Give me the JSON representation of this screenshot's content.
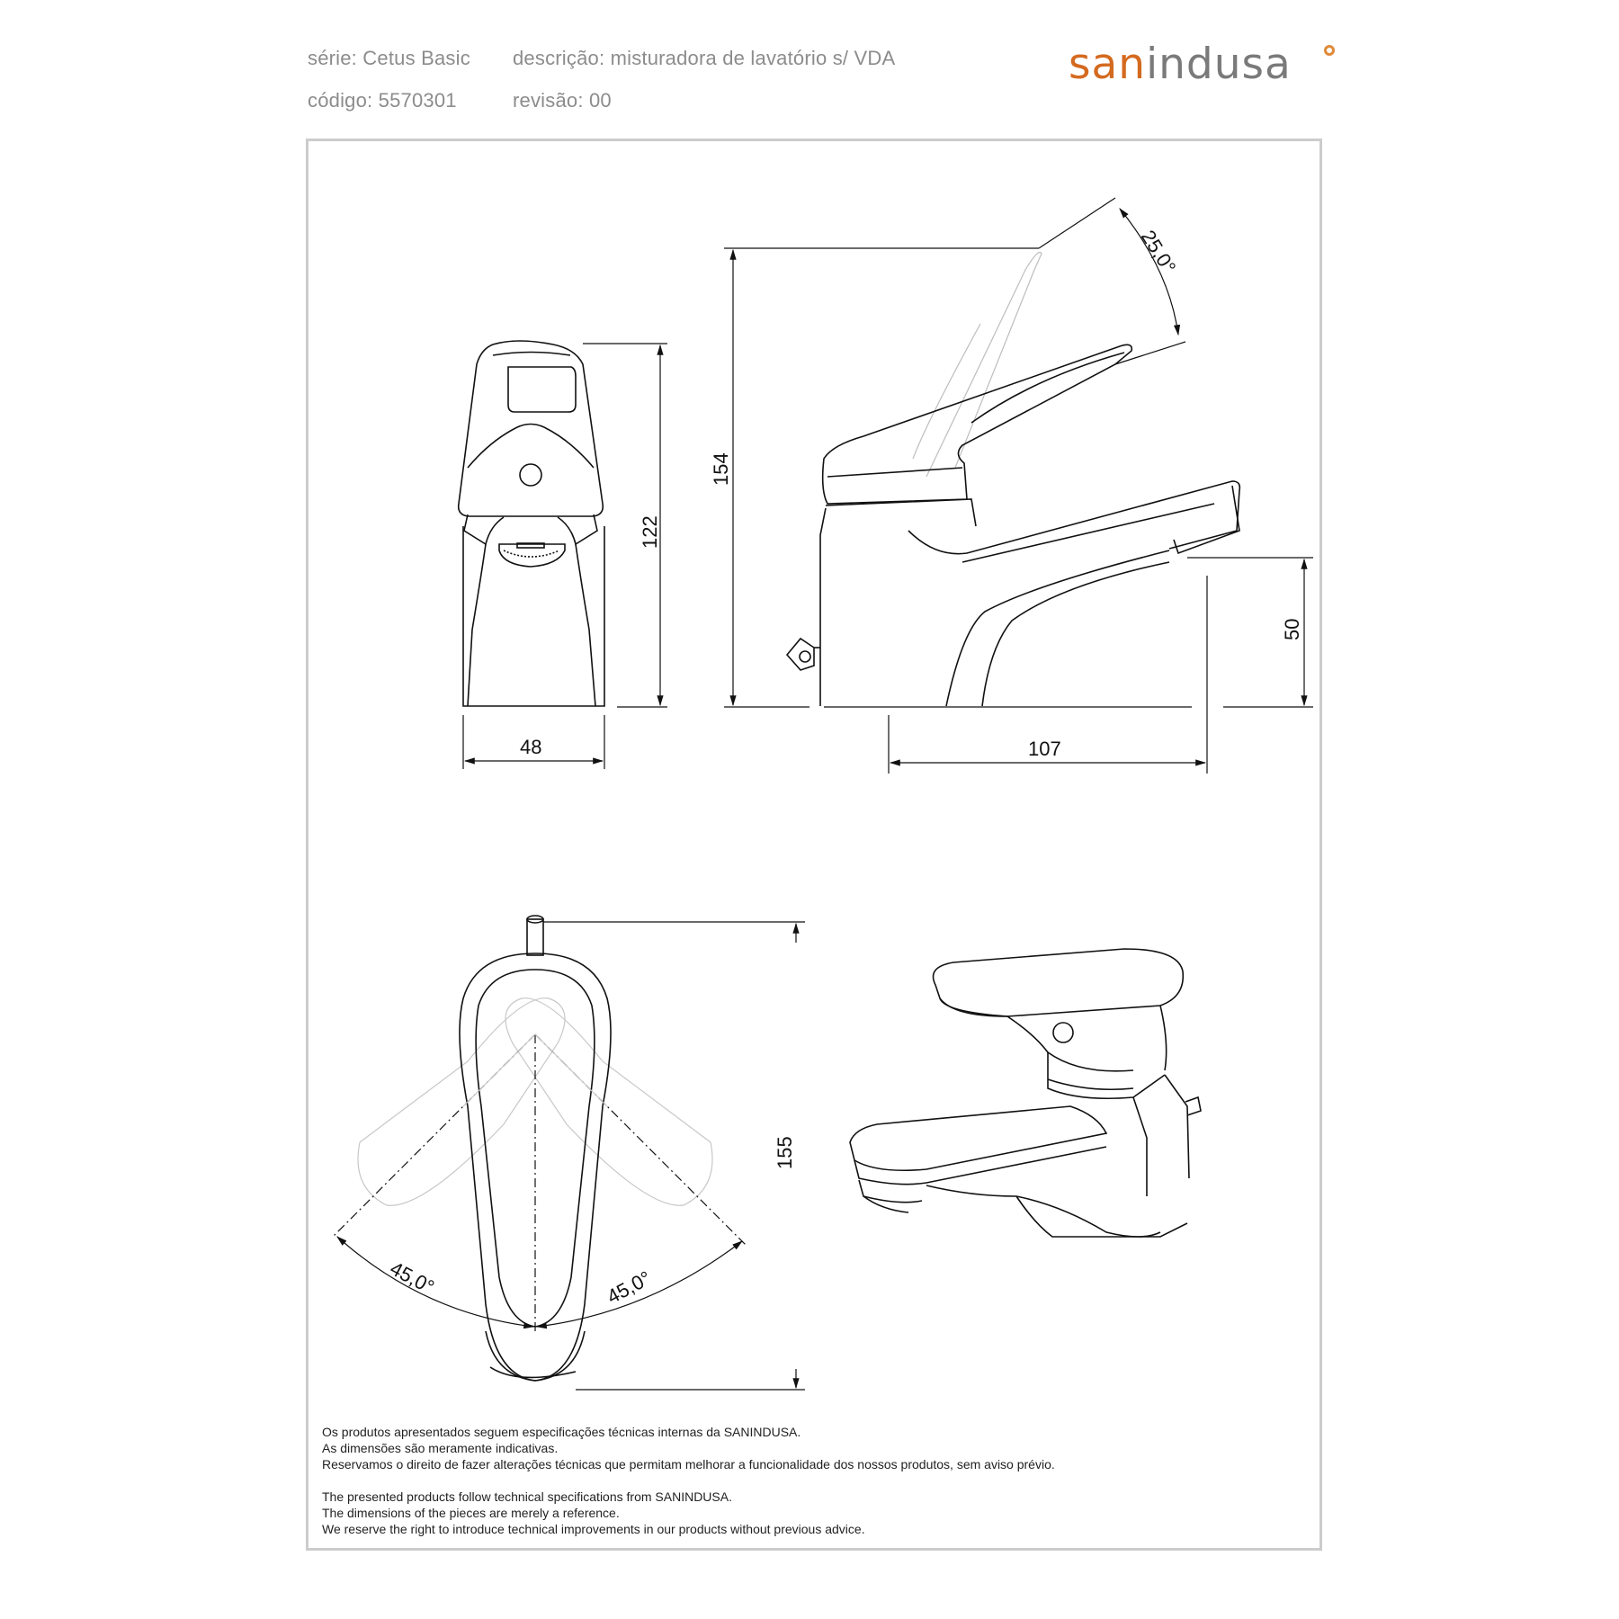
{
  "header": {
    "series_label": "série: Cetus Basic",
    "code_label": "código: 5570301",
    "description_label": "descrição: misturadora de lavatório s/ VDA",
    "revision_label": "revisão: 00"
  },
  "logo": {
    "part1": "san",
    "part2": "indusa"
  },
  "dimensions": {
    "front_width": "48",
    "front_height": "122",
    "side_height": "154",
    "handle_angle": "25,0°",
    "spout_height": "50",
    "spout_reach": "107",
    "top_length": "155",
    "rotation_left": "45,0°",
    "rotation_right": "45,0°"
  },
  "notes": {
    "pt_line1": "Os produtos apresentados seguem especificações técnicas internas da SANINDUSA.",
    "pt_line2": "As dimensões são meramente indicativas.",
    "pt_line3": "Reservamos o direito de fazer alterações técnicas que permitam melhorar a funcionalidade dos nossos produtos, sem aviso prévio.",
    "en_line1": "The presented products follow technical specifications from SANINDUSA.",
    "en_line2": "The dimensions of the pieces are merely a reference.",
    "en_line3": "We reserve the right to introduce technical improvements in our products without previous advice."
  },
  "colors": {
    "brand_orange": "#d46a1f",
    "brand_grey": "#7a7a7a",
    "frame": "#cccccc"
  }
}
